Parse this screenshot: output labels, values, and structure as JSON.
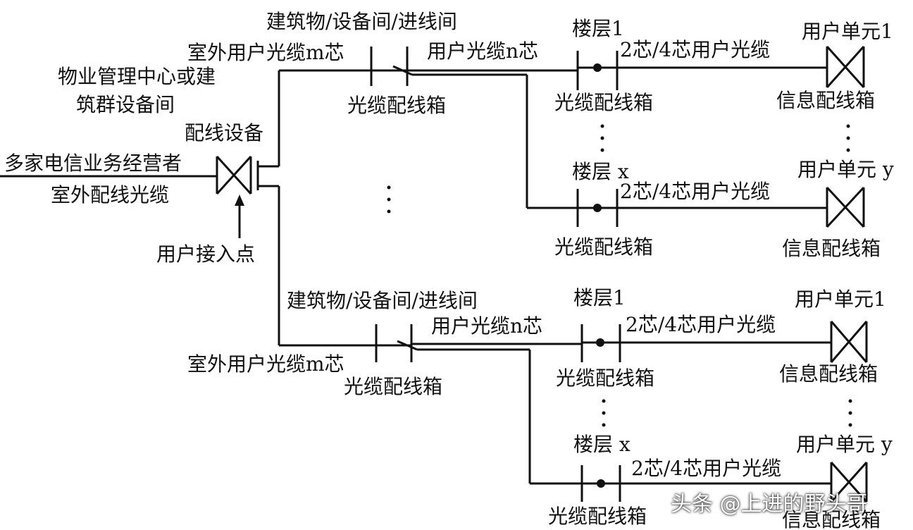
{
  "labels": {
    "building_equipment_room": "建筑物/设备间/进线间",
    "outdoor_user_cable_m": "室外用户光缆m芯",
    "user_cable_n": "用户光缆n芯",
    "floor_1": "楼层1",
    "floor_x": "楼层 x",
    "user_unit_1": "用户单元1",
    "user_unit_y": "用户单元 y",
    "cable_2_4": "2芯/4芯用户光缆",
    "fiber_distribution_box": "光缆配线箱",
    "info_distribution_box": "信息配线箱",
    "property_center_line1": "物业管理中心或建",
    "property_center_line2": "筑群设备间",
    "distribution_equipment": "配线设备",
    "operators": "多家电信业务经营者",
    "outdoor_distribution_cable": "室外配线光缆",
    "user_access_point": "用户接入点"
  },
  "watermark": "头条 @上进的野头哥"
}
